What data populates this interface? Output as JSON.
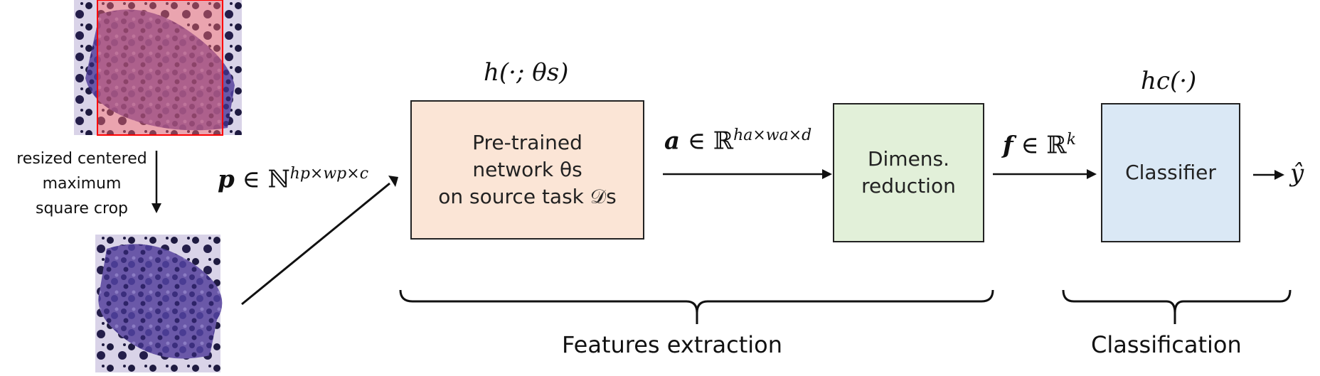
{
  "crop_caption": {
    "line1": "resized centered",
    "line2": "maximum",
    "line3": "square crop"
  },
  "input_var": {
    "symbol": "p",
    "rest": " ∈ ℕ",
    "sup": "hp×wp×c"
  },
  "pretrained": {
    "fn_label": "h(·; θs)",
    "line1": "Pre-trained",
    "line2": "network θs",
    "line3": "on source task 𝒟s"
  },
  "activation_var": {
    "symbol": "a",
    "rest": " ∈ ℝ",
    "sup": "ha×wa×d"
  },
  "dimred": {
    "line1": "Dimens.",
    "line2": "reduction"
  },
  "feature_var": {
    "symbol": "f",
    "rest": " ∈ ℝ",
    "sup": "k"
  },
  "classifier": {
    "fn_label": "hc(·)",
    "label": "Classifier"
  },
  "output_symbol": "ŷ",
  "sections": {
    "features": "Features extraction",
    "classification": "Classification"
  },
  "colors": {
    "pretrained_fill": "#fbe5d6",
    "dimred_fill": "#e2f0d9",
    "classifier_fill": "#dae8f5",
    "crop_outline": "#ff0000"
  }
}
